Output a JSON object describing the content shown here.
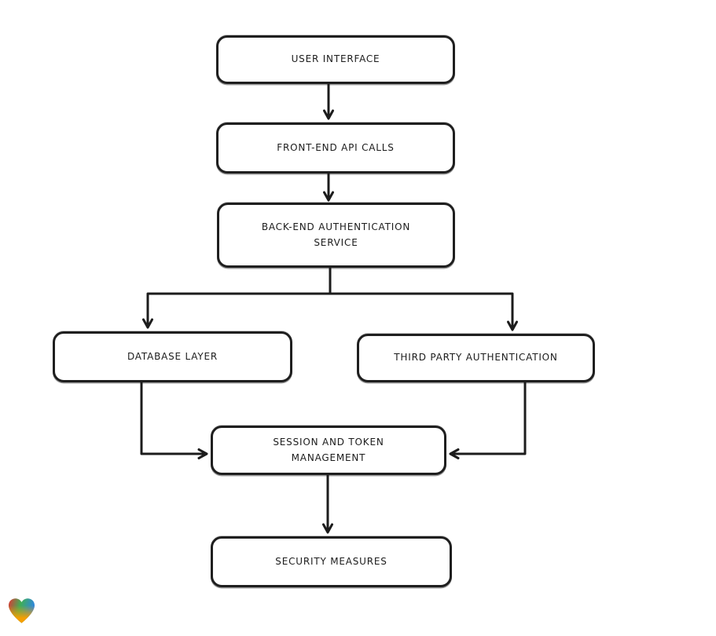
{
  "diagram": {
    "type": "flowchart",
    "nodes": [
      {
        "id": "user-interface",
        "label": "USER INTERFACE"
      },
      {
        "id": "front-end-api-calls",
        "label": "FRONT-END API CALLS"
      },
      {
        "id": "back-end-authentication-service",
        "label": "BACK-END AUTHENTICATION SERVICE"
      },
      {
        "id": "database-layer",
        "label": "DATABASE LAYER"
      },
      {
        "id": "third-party-authentication",
        "label": "THIRD PARTY AUTHENTICATION"
      },
      {
        "id": "session-and-token-management",
        "label": "SESSION AND TOKEN MANAGEMENT"
      },
      {
        "id": "security-measures",
        "label": "SECURITY MEASURES"
      }
    ],
    "edges": [
      {
        "from": "user-interface",
        "to": "front-end-api-calls"
      },
      {
        "from": "front-end-api-calls",
        "to": "back-end-authentication-service"
      },
      {
        "from": "back-end-authentication-service",
        "to": "database-layer"
      },
      {
        "from": "back-end-authentication-service",
        "to": "third-party-authentication"
      },
      {
        "from": "database-layer",
        "to": "session-and-token-management"
      },
      {
        "from": "third-party-authentication",
        "to": "session-and-token-management"
      },
      {
        "from": "session-and-token-management",
        "to": "security-measures"
      }
    ],
    "colors": {
      "stroke": "#1c1c1c",
      "node_fill": "#ffffff",
      "background": "#ffffff",
      "logo_heart_red": "#e23434",
      "logo_heart_green": "#3fae56",
      "logo_heart_blue": "#2f86e0",
      "logo_heart_orange": "#f59f00"
    },
    "logo": {
      "icon": "gradient-heart-logo"
    }
  }
}
